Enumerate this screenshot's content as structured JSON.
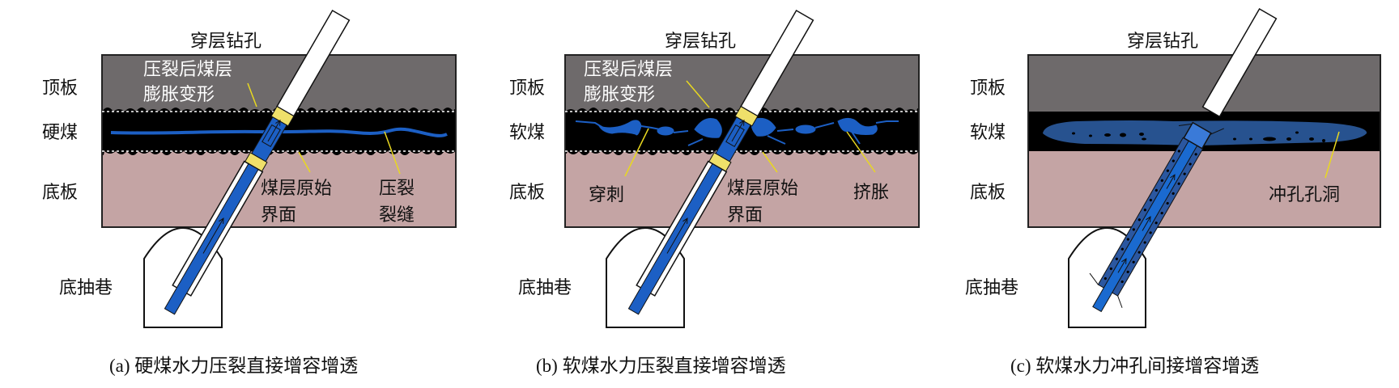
{
  "colors": {
    "roof": "#6e6a6b",
    "floor": "#c4a4a4",
    "coal": "#000000",
    "water": "#1c5fc4",
    "cavity": "#27528f",
    "band": "#efe06a",
    "leader": "#e8d820"
  },
  "panels": [
    {
      "id": "a",
      "roof": "顶板",
      "coal": "硬煤",
      "floor": "底板",
      "roadway": "底抽巷",
      "borehole": "穿层钻孔",
      "swell_1": "压裂后煤层",
      "swell_2": "膨胀变形",
      "interface_1": "煤层原始",
      "interface_2": "界面",
      "crack_1": "压裂",
      "crack_2": "裂缝",
      "caption": "(a) 硬煤水力压裂直接增容增透"
    },
    {
      "id": "b",
      "roof": "顶板",
      "coal": "软煤",
      "floor": "底板",
      "roadway": "底抽巷",
      "borehole": "穿层钻孔",
      "swell_1": "压裂后煤层",
      "swell_2": "膨胀变形",
      "pierce": "穿刺",
      "interface_1": "煤层原始",
      "interface_2": "界面",
      "squeeze": "挤胀",
      "caption": "(b) 软煤水力压裂直接增容增透"
    },
    {
      "id": "c",
      "roof": "顶板",
      "coal": "软煤",
      "floor": "底板",
      "roadway": "底抽巷",
      "borehole": "穿层钻孔",
      "cavity": "冲孔孔洞",
      "caption": "(c) 软煤水力冲孔间接增容增透"
    }
  ]
}
